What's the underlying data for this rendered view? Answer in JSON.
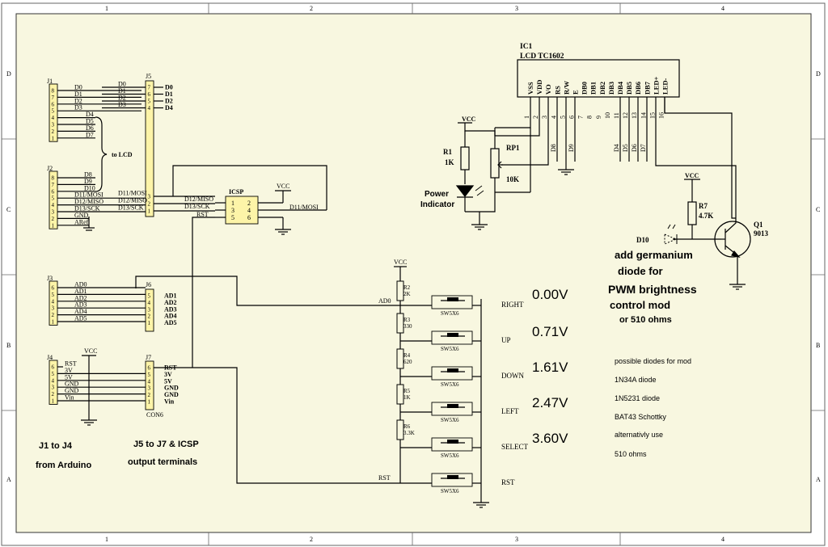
{
  "border": {
    "columns": [
      "1",
      "2",
      "3",
      "4"
    ],
    "rows": [
      "D",
      "C",
      "B",
      "A"
    ]
  },
  "lcd": {
    "ref": "IC1",
    "part": "LCD  TC1602",
    "pin_names": [
      "VSS",
      "VDD",
      "VO",
      "RS",
      "R/W",
      "E",
      "DB0",
      "DB1",
      "DB2",
      "DB3",
      "DB4",
      "DB5",
      "DB6",
      "DB7",
      "LED+",
      "LED-"
    ],
    "pin_numbers": [
      "1",
      "2",
      "3",
      "4",
      "5",
      "6",
      "7",
      "8",
      "9",
      "10",
      "11",
      "12",
      "13",
      "14",
      "15",
      "16"
    ],
    "net_labels": [
      "D8",
      "D9",
      "D4",
      "D5",
      "D6",
      "D7"
    ]
  },
  "power": {
    "vcc": "VCC",
    "r1": "R1",
    "r1_val": "1K",
    "rp1": "RP1",
    "rp1_val": "10K",
    "led_label_1": "Power",
    "led_label_2": "Indicator",
    "r7": "R7",
    "r7_val": "4.7K",
    "q1": "Q1",
    "q1_part": "9013",
    "d10": "D10"
  },
  "mod_note": {
    "line1": "add germanium",
    "line2": "diode for",
    "line3": "PWM brightness",
    "line4": "control  mod",
    "line5": "or  510 ohms"
  },
  "diodes_note": {
    "title": "possible diodes for mod",
    "items": [
      "1N34A diode",
      "1N5231 diode",
      "BAT43 Schottky",
      "alternativly use",
      "510 ohms"
    ]
  },
  "connectors": {
    "j1": {
      "ref": "J1",
      "pins": [
        "8",
        "7",
        "6",
        "5",
        "4",
        "3",
        "2",
        "1"
      ],
      "nets": [
        "D0",
        "D1",
        "D2",
        "D3",
        "D4",
        "D5",
        "D6",
        "D7"
      ]
    },
    "j2": {
      "ref": "J2",
      "pins": [
        "8",
        "7",
        "6",
        "5",
        "4",
        "3",
        "2",
        "1"
      ],
      "nets": [
        "D8",
        "D9",
        "D10",
        "D11/MOSI",
        "D12/MISO",
        "D13/SCK",
        "GND",
        "ARef"
      ]
    },
    "j3": {
      "ref": "J3",
      "pins": [
        "6",
        "5",
        "4",
        "3",
        "2",
        "1"
      ],
      "nets": [
        "AD0",
        "AD1",
        "AD2",
        "AD3",
        "AD4",
        "AD5"
      ]
    },
    "j4": {
      "ref": "J4",
      "pins": [
        "6",
        "5",
        "4",
        "3",
        "2",
        "1"
      ],
      "nets": [
        "RST",
        "3V",
        "5V",
        "GND",
        "GND",
        "Vin"
      ]
    },
    "j5": {
      "ref": "J5",
      "top_pins": [
        "7",
        "6",
        "5",
        "4"
      ],
      "top_nets": [
        "D0",
        "D1",
        "D2",
        "D3"
      ],
      "top_out": [
        "D0",
        "D1",
        "D2",
        "D4"
      ],
      "bot_pins": [
        "3",
        "2",
        "1"
      ],
      "bot_nets": [
        "D11/MOSI",
        "D12/MISO",
        "D13/SCK"
      ]
    },
    "j6": {
      "ref": "J6",
      "pins": [
        "6",
        "5",
        "4",
        "3",
        "2",
        "1"
      ],
      "out": [
        "AD1",
        "AD2",
        "AD3",
        "AD4",
        "AD5"
      ]
    },
    "j7": {
      "ref": "J7",
      "pins": [
        "6",
        "5",
        "4",
        "3",
        "2",
        "1"
      ],
      "out": [
        "RST",
        "3V",
        "5V",
        "GND",
        "GND",
        "Vin"
      ],
      "footer": "CON6"
    },
    "icsp": {
      "ref": "ICSP",
      "left_pins": [
        "1",
        "3",
        "5"
      ],
      "right_pins": [
        "2",
        "4",
        "6"
      ],
      "left_nets": [
        "D12/MISO",
        "D13/SCK",
        "RST"
      ],
      "right_net": "D11/MOSI",
      "vcc": "VCC"
    }
  },
  "to_lcd": "to LCD",
  "foot_left": {
    "line1": "J1 to J4",
    "line2": "from  Arduino"
  },
  "foot_mid": {
    "line1": "J5 to J7 & ICSP",
    "line2": "output terminals"
  },
  "buttons": {
    "vcc": "VCC",
    "ad0": "AD0",
    "rst": "RST",
    "sw_label": "SW5X6",
    "resistors": [
      {
        "ref": "R2",
        "val": "2K"
      },
      {
        "ref": "R3",
        "val": "330"
      },
      {
        "ref": "R4",
        "val": "620"
      },
      {
        "ref": "R5",
        "val": "1K"
      },
      {
        "ref": "R6",
        "val": "3.3K"
      }
    ],
    "items": [
      {
        "name": "RIGHT",
        "voltage": "0.00V"
      },
      {
        "name": "UP",
        "voltage": "0.71V"
      },
      {
        "name": "DOWN",
        "voltage": "1.61V"
      },
      {
        "name": "LEFT",
        "voltage": "2.47V"
      },
      {
        "name": "SELECT",
        "voltage": "3.60V"
      },
      {
        "name": "RST",
        "voltage": ""
      }
    ]
  }
}
